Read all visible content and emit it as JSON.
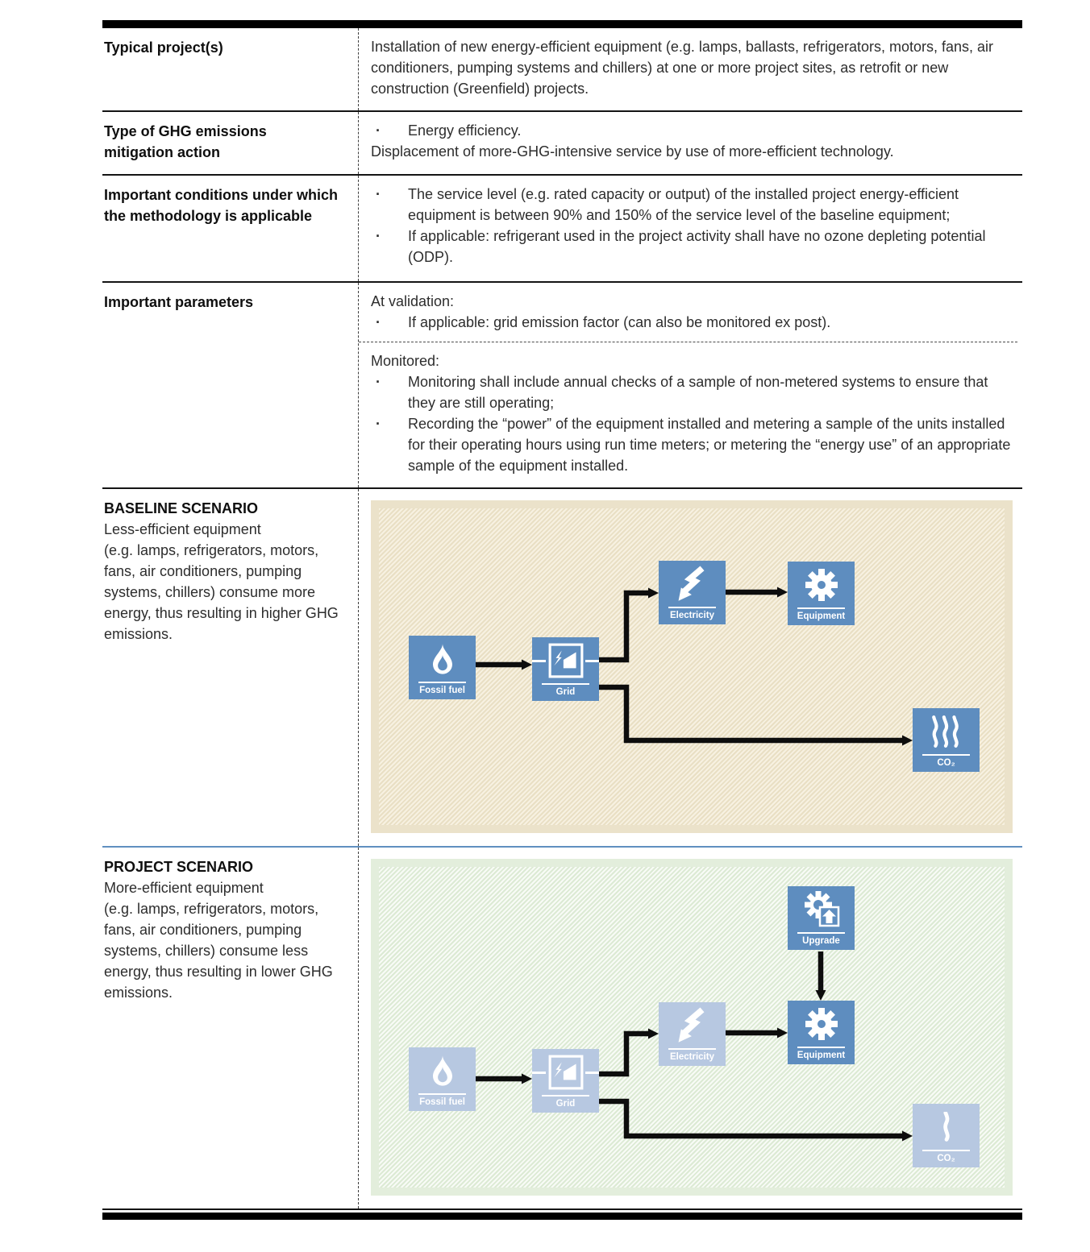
{
  "rows": {
    "typical": {
      "label": "Typical project(s)",
      "text": "Installation of new energy-efficient equipment (e.g. lamps, ballasts, refrigerators, motors, fans, air conditioners, pumping systems and chillers) at one or more project sites, as retrofit or new construction (Greenfield) projects."
    },
    "type": {
      "label": "Type of GHG emissions mitigation action",
      "bullet": "Energy efficiency.",
      "text": "Displacement of more-GHG-intensive service by use of more-efficient technology."
    },
    "conditions": {
      "label": "Important conditions under which the methodology is applicable",
      "bullets": [
        "The service level (e.g. rated capacity or output) of the installed project energy-efficient equipment is between 90% and 150% of the service level of the baseline equipment;",
        "If applicable: refrigerant used in the project activity shall have no ozone depleting potential (ODP)."
      ]
    },
    "parameters": {
      "label": "Important parameters",
      "validation_heading": "At validation:",
      "validation_bullets": [
        "If applicable:  grid emission factor (can also be monitored ex post)."
      ],
      "monitored_heading": "Monitored:",
      "monitored_bullets": [
        "Monitoring shall include annual checks of a sample of non-metered systems to ensure that they are still operating;",
        "Recording the “power” of the equipment installed and metering a sample of the units installed for their operating hours using run time meters; or metering the “energy use” of an appropriate sample of the equipment installed."
      ]
    },
    "baseline": {
      "title": "BASELINE SCENARIO",
      "description": "Less-efficient equipment\n(e.g. lamps, refrigerators, motors, fans, air conditioners, pumping systems, chillers) consume more energy, thus resulting in higher GHG emissions."
    },
    "project": {
      "title": "PROJECT SCENARIO",
      "description": "More-efficient equipment\n(e.g. lamps, refrigerators, motors, fans, air conditioners, pumping systems, chillers) consume less energy, thus resulting in lower GHG emissions."
    }
  },
  "diagrams": {
    "baseline": {
      "nodes": {
        "fossil": {
          "label": "Fossil fuel"
        },
        "grid": {
          "label": "Grid"
        },
        "electricity": {
          "label": "Electricity"
        },
        "equipment": {
          "label": "Equipment"
        },
        "co2": {
          "label": "CO₂"
        }
      },
      "edges": [
        "fossil-fuel→grid",
        "grid→electricity",
        "electricity→equipment",
        "grid→co2"
      ]
    },
    "project": {
      "nodes": {
        "upgrade": {
          "label": "Upgrade"
        },
        "electricity": {
          "label": "Electricity"
        },
        "equipment": {
          "label": "Equipment"
        },
        "fossil": {
          "label": "Fossil fuel"
        },
        "grid": {
          "label": "Grid"
        },
        "co2": {
          "label": "CO₂"
        }
      },
      "edges": [
        "fossil-fuel→grid",
        "grid→electricity",
        "electricity→equipment",
        "upgrade→equipment",
        "grid→co2"
      ]
    }
  },
  "colors": {
    "box_blue": "#5e8dbf",
    "box_blue_faded": "#b7c8e1",
    "beige_panel_border": "#ebe2ca",
    "beige_stripe": "#e9dfc4",
    "green_panel_border": "#e3eedc",
    "green_stripe": "#dcead4",
    "blue_row_separator": "#6090c0",
    "arrow": "#0d0d0d"
  }
}
